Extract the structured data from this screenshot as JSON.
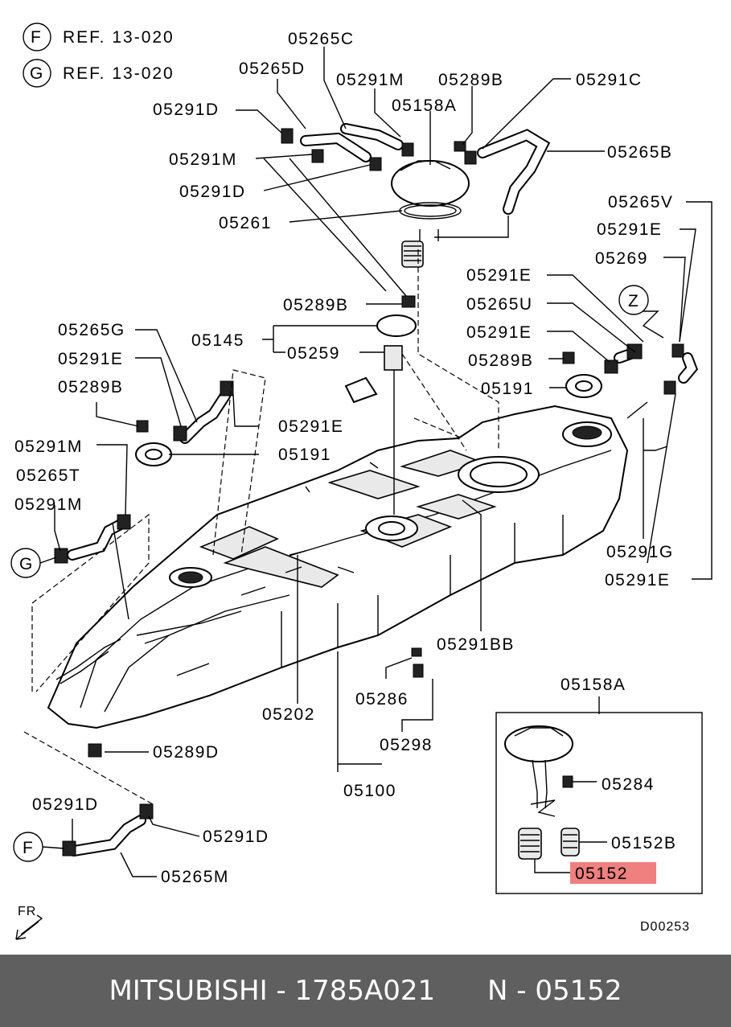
{
  "refs": [
    {
      "letter": "F",
      "text": "REF. 13-020"
    },
    {
      "letter": "G",
      "text": "REF. 13-020"
    }
  ],
  "labels": {
    "l05265C": "05265C",
    "l05265D": "05265D",
    "l05291M_top": "05291M",
    "l05289B_top": "05289B",
    "l05291C": "05291C",
    "l05158A_top": "05158A",
    "l05291D_a": "05291D",
    "l05265B": "05265B",
    "l05291M_b": "05291M",
    "l05291D_b": "05291D",
    "l05261": "05261",
    "l05265V": "05265V",
    "l05291E_a": "05291E",
    "l05269": "05269",
    "l05291E_b": "05291E",
    "l05265U": "05265U",
    "l05289B_c": "05289B",
    "l05291E_c": "05291E",
    "l05289B_d": "05289B",
    "l05191_a": "05191",
    "l05265G": "05265G",
    "l05145": "05145",
    "l05259": "05259",
    "l05291E_d": "05291E",
    "l05289B_e": "05289B",
    "l05291E_e": "05291E",
    "l05191_b": "05191",
    "l05291M_c": "05291M",
    "l05265T": "05265T",
    "l05291M_d": "05291M",
    "l05291G": "05291G",
    "l05291E_f": "05291E",
    "l05291BB": "05291BB",
    "l05158A_inset": "05158A",
    "l05286": "05286",
    "l05202": "05202",
    "l05298": "05298",
    "l05289D": "05289D",
    "l05100": "05100",
    "l05284": "05284",
    "l05291D_c": "05291D",
    "l05291D_d": "05291D",
    "l05152B": "05152B",
    "l05265M": "05265M",
    "l05152": "05152"
  },
  "callouts": {
    "Z": "Z",
    "G": "G",
    "F": "F"
  },
  "highlight_color": "#f08080",
  "front_arrow": "FR",
  "diagram_code": "D00253",
  "footer": {
    "brand": "MITSUBISHI",
    "part_number": "1785A021",
    "ref": "N - 05152"
  }
}
